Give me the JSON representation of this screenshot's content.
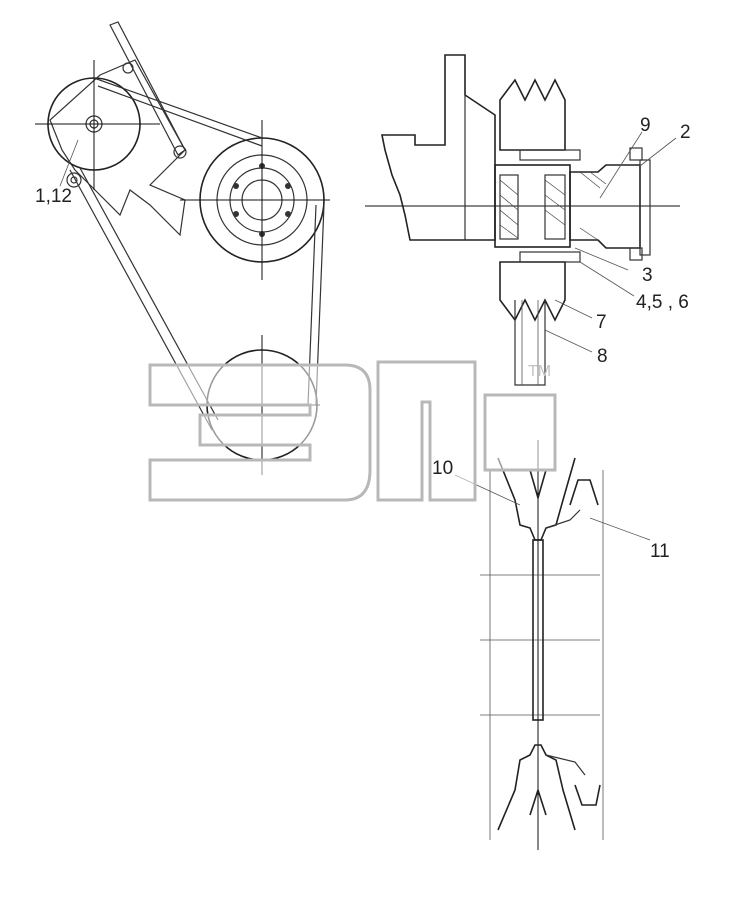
{
  "callouts": {
    "c1": "9",
    "c2": "2",
    "c3": "3",
    "c4": "4,5 , 6",
    "c5": "7",
    "c6": "8",
    "c7": "1,12",
    "c8": "10",
    "c9": "11"
  },
  "watermark": {
    "trademark": "TM"
  },
  "colors": {
    "line": "#333333",
    "watermark_outline": "#b8b8b8",
    "background": "#ffffff"
  }
}
